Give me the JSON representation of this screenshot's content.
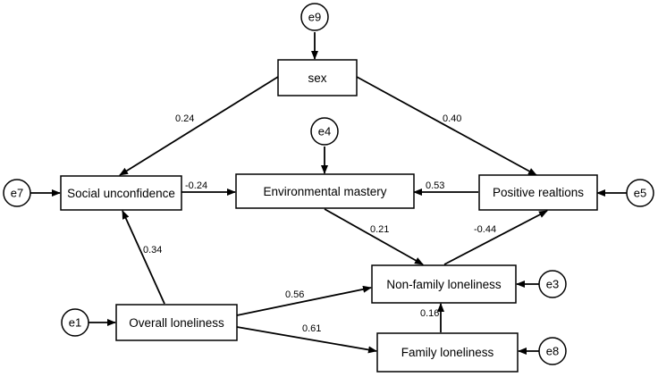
{
  "nodes": {
    "sex": "sex",
    "social": "Social unconfidence",
    "env": "Environmental mastery",
    "pos": "Positive realtions",
    "nonfam": "Non-family loneliness",
    "overall": "Overall loneliness",
    "family": "Family loneliness"
  },
  "errors": {
    "e9": "e9",
    "e4": "e4",
    "e7": "e7",
    "e5": "e5",
    "e1": "e1",
    "e3": "e3",
    "e8": "e8"
  },
  "paths": [
    {
      "from": "sex",
      "to": "Social unconfidence",
      "coef": "0.24"
    },
    {
      "from": "sex",
      "to": "Positive realtions",
      "coef": "0.40"
    },
    {
      "from": "Social unconfidence",
      "to": "Environmental mastery",
      "coef": "-0.24"
    },
    {
      "from": "Positive realtions",
      "to": "Environmental mastery",
      "coef": "0.53"
    },
    {
      "from": "Environmental mastery",
      "to": "Non-family loneliness",
      "coef": "0.21"
    },
    {
      "from": "Non-family loneliness",
      "to": "Positive realtions",
      "coef": "-0.44"
    },
    {
      "from": "Overall loneliness",
      "to": "Social unconfidence",
      "coef": "0.34"
    },
    {
      "from": "Overall loneliness",
      "to": "Non-family loneliness",
      "coef": "0.56"
    },
    {
      "from": "Overall loneliness",
      "to": "Family loneliness",
      "coef": "0.61"
    },
    {
      "from": "Family loneliness",
      "to": "Non-family loneliness",
      "coef": "0.16"
    }
  ]
}
